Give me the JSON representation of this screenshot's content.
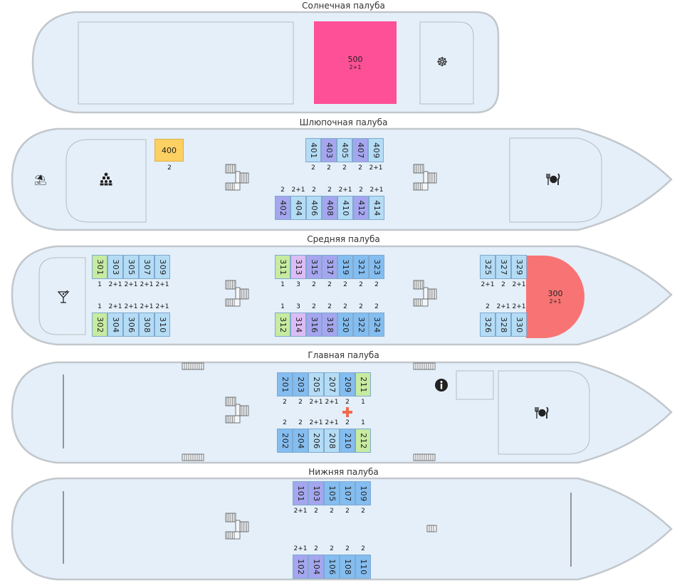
{
  "colors": {
    "hull_fill": "#e4eff9",
    "hull_stroke": "#c2c7cc",
    "cabin_blue_light": "#b5dcf5",
    "cabin_blue": "#84bdf0",
    "cabin_purple": "#a5a6ef",
    "cabin_green": "#c7eba0",
    "cabin_lilac": "#dcbcf5",
    "suite_500": "#fe5096",
    "suite_400": "#fdd062",
    "suite_300": "#f87474",
    "medical_cross": "#ef6a4d"
  },
  "decks": {
    "sun": {
      "title": "Солнечная палуба",
      "suite": {
        "number": "500",
        "capacity": "2+1"
      },
      "icons": [
        "helm-icon"
      ]
    },
    "boat": {
      "title": "Шлюпочная палуба",
      "suite": {
        "number": "400",
        "capacity": "2"
      },
      "top": [
        {
          "n": "401",
          "c": "2",
          "color": "cabin_blue_light"
        },
        {
          "n": "403",
          "c": "2",
          "color": "cabin_purple"
        },
        {
          "n": "405",
          "c": "2",
          "color": "cabin_blue_light"
        },
        {
          "n": "407",
          "c": "2",
          "color": "cabin_purple"
        },
        {
          "n": "409",
          "c": "2+1",
          "color": "cabin_blue_light"
        }
      ],
      "bottom": [
        {
          "n": "402",
          "c": "2",
          "color": "cabin_purple"
        },
        {
          "n": "404",
          "c": "2+1",
          "color": "cabin_blue_light"
        },
        {
          "n": "406",
          "c": "2",
          "color": "cabin_blue_light"
        },
        {
          "n": "408",
          "c": "2",
          "color": "cabin_purple"
        },
        {
          "n": "410",
          "c": "2+1",
          "color": "cabin_blue_light"
        },
        {
          "n": "412",
          "c": "2",
          "color": "cabin_purple"
        },
        {
          "n": "414",
          "c": "2+1",
          "color": "cabin_blue_light"
        }
      ],
      "icons": [
        "beach-umbrella-icon",
        "conference-hall-icon",
        "restaurant-icon"
      ]
    },
    "middle": {
      "title": "Средняя палуба",
      "suite": {
        "number": "300",
        "capacity": "2+1"
      },
      "aft_top": [
        {
          "n": "301",
          "c": "1",
          "color": "cabin_green"
        },
        {
          "n": "303",
          "c": "2+1",
          "color": "cabin_blue_light"
        },
        {
          "n": "305",
          "c": "2+1",
          "color": "cabin_blue_light"
        },
        {
          "n": "307",
          "c": "2+1",
          "color": "cabin_blue_light"
        },
        {
          "n": "309",
          "c": "2+1",
          "color": "cabin_blue_light"
        }
      ],
      "aft_bottom": [
        {
          "n": "302",
          "c": "1",
          "color": "cabin_green"
        },
        {
          "n": "304",
          "c": "2+1",
          "color": "cabin_blue_light"
        },
        {
          "n": "306",
          "c": "2+1",
          "color": "cabin_blue_light"
        },
        {
          "n": "308",
          "c": "2+1",
          "color": "cabin_blue_light"
        },
        {
          "n": "310",
          "c": "2+1",
          "color": "cabin_blue_light"
        }
      ],
      "mid_top": [
        {
          "n": "311",
          "c": "1",
          "color": "cabin_green"
        },
        {
          "n": "313",
          "c": "3",
          "color": "cabin_lilac"
        },
        {
          "n": "315",
          "c": "2",
          "color": "cabin_purple"
        },
        {
          "n": "317",
          "c": "2",
          "color": "cabin_purple"
        },
        {
          "n": "319",
          "c": "2",
          "color": "cabin_blue"
        },
        {
          "n": "321",
          "c": "2",
          "color": "cabin_blue"
        },
        {
          "n": "323",
          "c": "2",
          "color": "cabin_blue"
        }
      ],
      "mid_bottom": [
        {
          "n": "312",
          "c": "1",
          "color": "cabin_green"
        },
        {
          "n": "314",
          "c": "3",
          "color": "cabin_lilac"
        },
        {
          "n": "316",
          "c": "2",
          "color": "cabin_purple"
        },
        {
          "n": "318",
          "c": "2",
          "color": "cabin_purple"
        },
        {
          "n": "320",
          "c": "2",
          "color": "cabin_blue"
        },
        {
          "n": "322",
          "c": "2",
          "color": "cabin_blue"
        },
        {
          "n": "324",
          "c": "2",
          "color": "cabin_blue"
        }
      ],
      "fwd_top": [
        {
          "n": "325",
          "c": "2+1",
          "color": "cabin_blue_light"
        },
        {
          "n": "327",
          "c": "2",
          "color": "cabin_blue_light"
        },
        {
          "n": "329",
          "c": "2+1",
          "color": "cabin_blue_light"
        }
      ],
      "fwd_bottom": [
        {
          "n": "326",
          "c": "2",
          "color": "cabin_blue_light"
        },
        {
          "n": "328",
          "c": "2+1",
          "color": "cabin_blue_light"
        },
        {
          "n": "330",
          "c": "2+1",
          "color": "cabin_blue_light"
        }
      ],
      "icons": [
        "cocktail-bar-icon"
      ]
    },
    "main": {
      "title": "Главная палуба",
      "top": [
        {
          "n": "201",
          "c": "2",
          "color": "cabin_blue"
        },
        {
          "n": "203",
          "c": "2",
          "color": "cabin_blue"
        },
        {
          "n": "205",
          "c": "2+1",
          "color": "cabin_blue_light"
        },
        {
          "n": "207",
          "c": "2+1",
          "color": "cabin_blue_light"
        },
        {
          "n": "209",
          "c": "2",
          "color": "cabin_blue"
        },
        {
          "n": "211",
          "c": "1",
          "color": "cabin_green"
        }
      ],
      "bottom": [
        {
          "n": "202",
          "c": "2",
          "color": "cabin_blue"
        },
        {
          "n": "204",
          "c": "2",
          "color": "cabin_blue"
        },
        {
          "n": "206",
          "c": "2+1",
          "color": "cabin_blue_light"
        },
        {
          "n": "208",
          "c": "2+1",
          "color": "cabin_blue_light"
        },
        {
          "n": "210",
          "c": "2",
          "color": "cabin_blue"
        },
        {
          "n": "212",
          "c": "1",
          "color": "cabin_green"
        }
      ],
      "icons": [
        "info-icon",
        "medical-cross-icon",
        "restaurant-icon"
      ]
    },
    "lower": {
      "title": "Нижняя палуба",
      "top": [
        {
          "n": "101",
          "c": "2+1",
          "color": "cabin_purple"
        },
        {
          "n": "103",
          "c": "2",
          "color": "cabin_purple"
        },
        {
          "n": "105",
          "c": "2",
          "color": "cabin_blue"
        },
        {
          "n": "107",
          "c": "2",
          "color": "cabin_blue"
        },
        {
          "n": "109",
          "c": "2",
          "color": "cabin_blue"
        }
      ],
      "bottom": [
        {
          "n": "102",
          "c": "2+1",
          "color": "cabin_purple"
        },
        {
          "n": "104",
          "c": "2",
          "color": "cabin_purple"
        },
        {
          "n": "106",
          "c": "2",
          "color": "cabin_blue"
        },
        {
          "n": "108",
          "c": "2",
          "color": "cabin_blue"
        },
        {
          "n": "110",
          "c": "2",
          "color": "cabin_blue"
        }
      ]
    }
  }
}
